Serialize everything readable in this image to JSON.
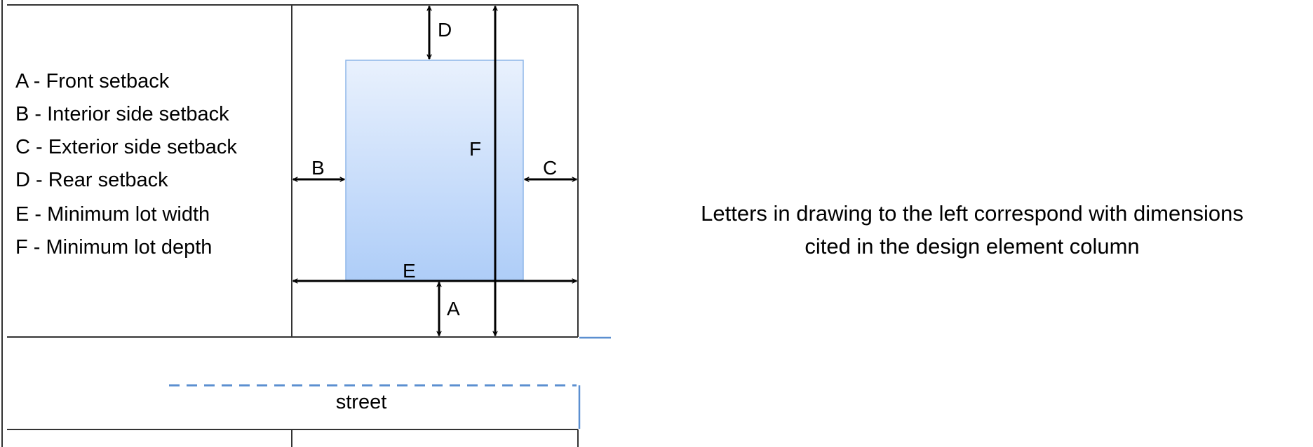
{
  "legend": [
    "A - Front setback",
    "B - Interior side setback",
    "C - Exterior side setback",
    "D - Rear setback",
    "E - Minimum lot width",
    "F - Minimum lot depth"
  ],
  "letters": {
    "a": "A",
    "b": "B",
    "c": "C",
    "d": "D",
    "e": "E",
    "f": "F"
  },
  "street_label": "street",
  "note": {
    "line1": "Letters in drawing to the left correspond with dimensions",
    "line2": "cited in the design element column"
  },
  "colors": {
    "building_top": "#e9f1fd",
    "building_bottom": "#aecdf8",
    "building_border": "#8db5e8",
    "accent_line": "#5b8fd0"
  }
}
